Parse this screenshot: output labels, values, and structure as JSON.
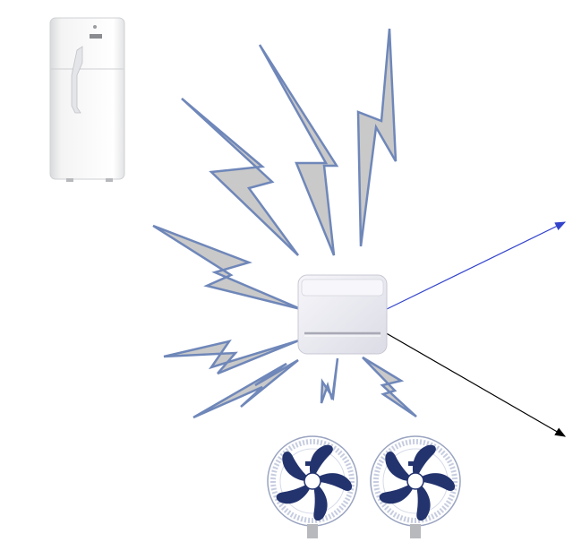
{
  "diagram": {
    "nodes": [
      {
        "id": "refrigerator",
        "icon": "refrigerator-icon"
      },
      {
        "id": "hub",
        "icon": "hub-device-icon"
      },
      {
        "id": "fan-left",
        "icon": "fan-icon"
      },
      {
        "id": "fan-right",
        "icon": "fan-icon"
      }
    ],
    "connections": [
      {
        "from": "hub",
        "to": "offscreen-right-top",
        "style": "arrow",
        "color": "#3344cc"
      },
      {
        "from": "hub",
        "to": "offscreen-right-bottom",
        "style": "arrow",
        "color": "#000000"
      }
    ],
    "wireless_signals": 7,
    "colors": {
      "bolt_fill": "#c9c9c9",
      "bolt_stroke": "#6f87b9",
      "fan_blue": "#23336e",
      "hub_body": "#eeeef4"
    }
  }
}
